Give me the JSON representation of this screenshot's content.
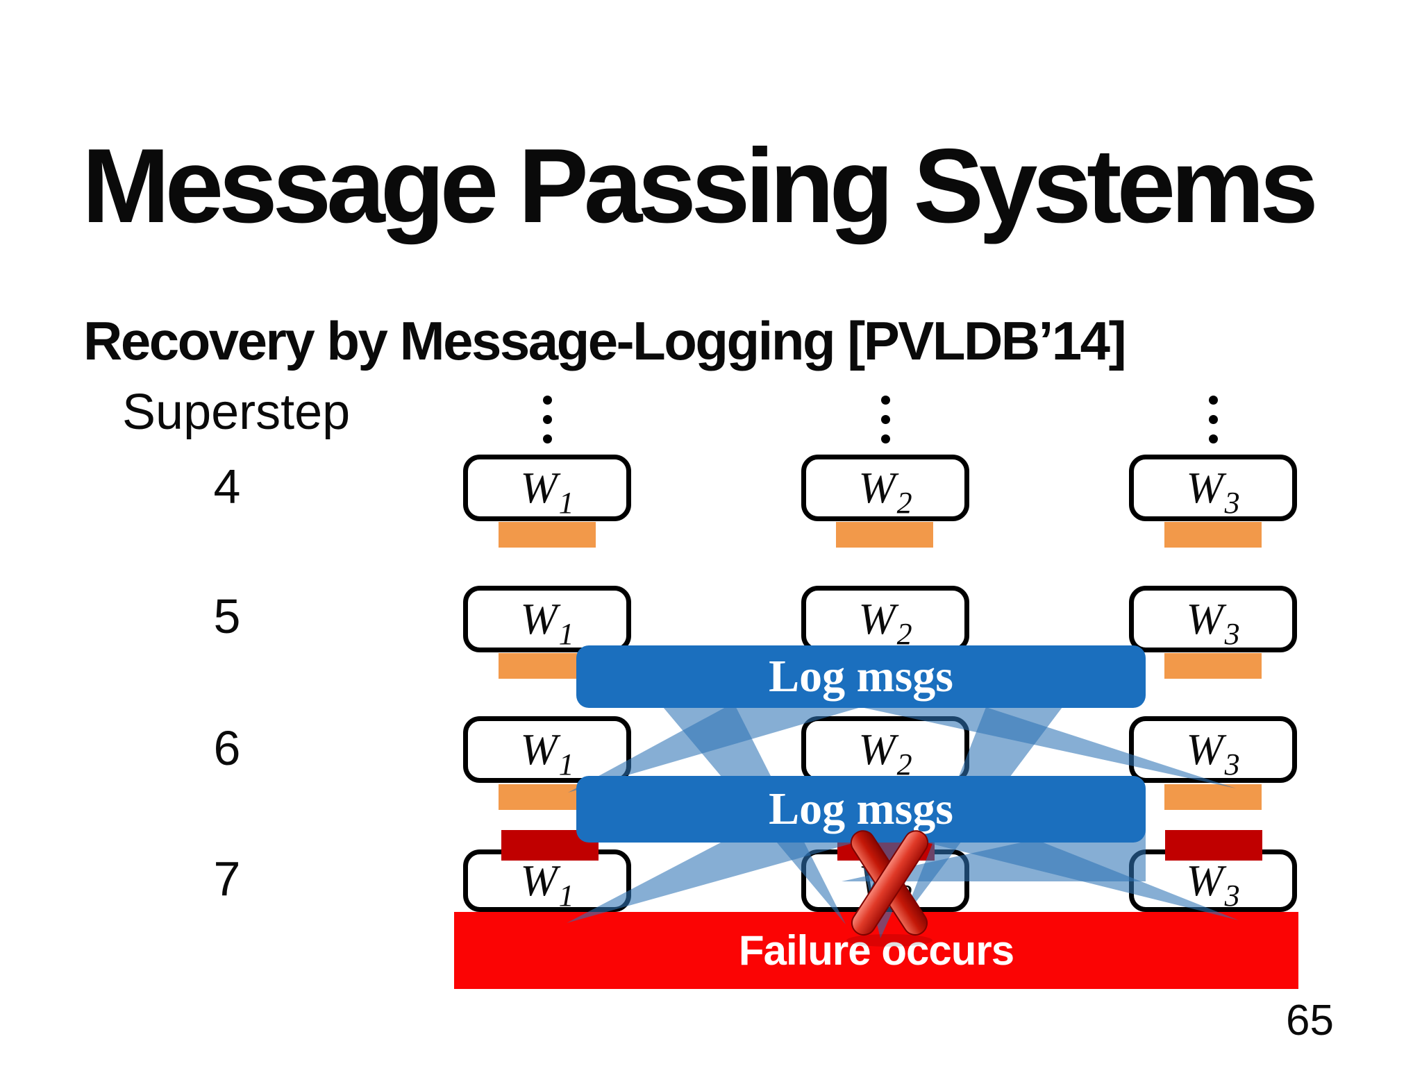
{
  "slide": {
    "title": "Message Passing Systems",
    "subtitle": "Recovery by Message-Logging [PVLDB’14]",
    "page_number": "65"
  },
  "diagram": {
    "superstep_label": "Superstep",
    "steps": [
      "4",
      "5",
      "6",
      "7"
    ],
    "workers": [
      {
        "base": "W",
        "sub": "1"
      },
      {
        "base": "W",
        "sub": "2"
      },
      {
        "base": "W",
        "sub": "3"
      }
    ],
    "banners": {
      "log_1": "Log msgs",
      "log_2": "Log msgs",
      "failure": "Failure occurs"
    },
    "icons": {
      "ellipsis": "vertical-ellipsis",
      "failure_x": "red-x-mark"
    },
    "colors": {
      "banner_blue": "#1B6FBE",
      "beam_blue": "#2E74B5",
      "orange_bar": "#F2994A",
      "dark_red_bar": "#C00000",
      "failure_red": "#FB0404",
      "box_border": "#000000"
    }
  }
}
